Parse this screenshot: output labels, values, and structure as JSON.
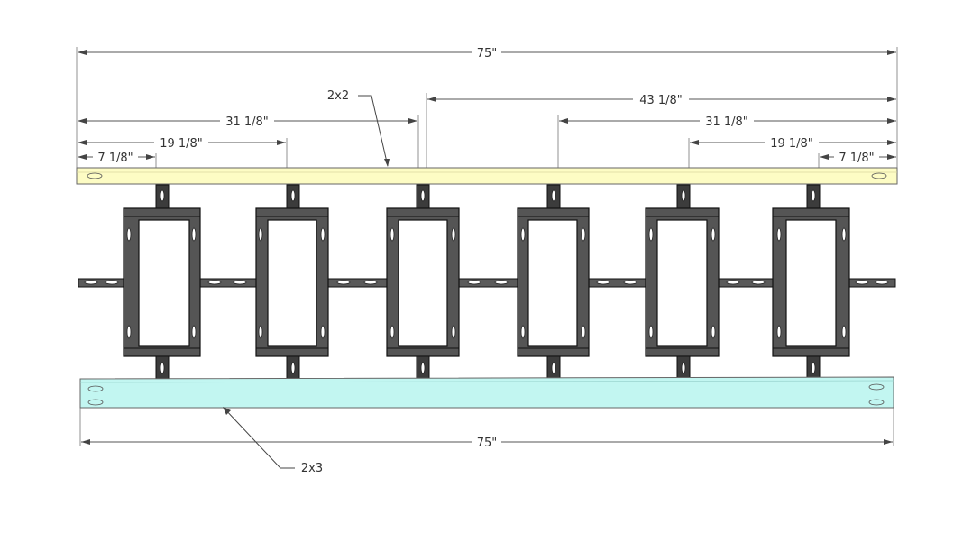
{
  "diagram": {
    "boards": {
      "top": {
        "name": "2x2",
        "length": "75\"",
        "color": "#fdfcc4"
      },
      "bottom": {
        "name": "2x3",
        "length": "75\"",
        "color": "#c2f6f1"
      }
    },
    "dimensions": {
      "top_total": "75\"",
      "left": [
        "31 1/8\"",
        "19 1/8\"",
        "7 1/8\""
      ],
      "right": [
        "43 1/8\"",
        "31 1/8\"",
        "19 1/8\"",
        "7 1/8\""
      ],
      "bottom_total": "75\""
    },
    "labels": {
      "top_board": "2x2",
      "bottom_board": "2x3"
    },
    "frame_count": 6,
    "colors": {
      "top_board": "#fdfcc4",
      "bottom_board": "#c2f6f1",
      "frames": "#555555"
    }
  }
}
